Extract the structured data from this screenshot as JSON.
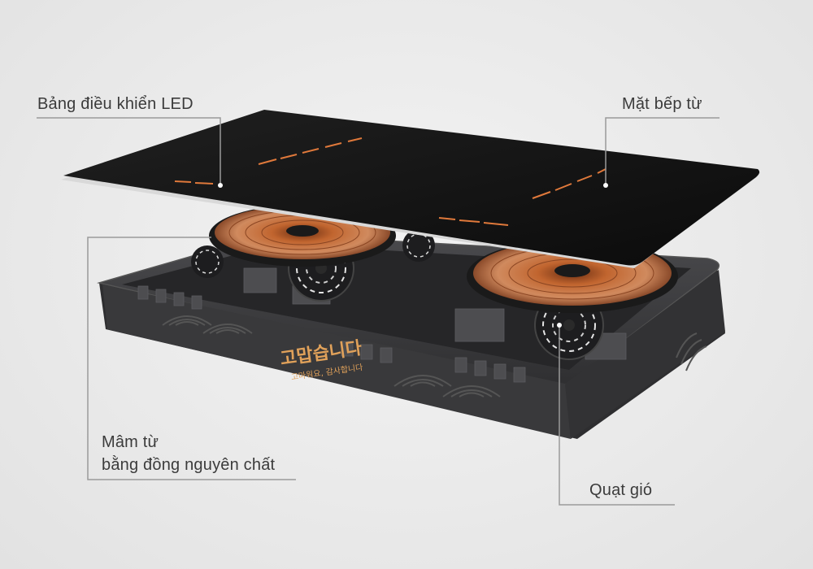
{
  "labels": {
    "control_panel": "Bảng điều khiển LED",
    "glass_top": "Mặt bếp từ",
    "coil_line1": "Mâm từ",
    "coil_line2": "bằng đồng nguyên chất",
    "fan": "Quạt gió"
  },
  "brand_logo": {
    "title": "고맙습니다",
    "subtitle": "고마워요, 감사합니다"
  },
  "colors": {
    "background": "#ececec",
    "glass": "#121212",
    "housing": "#3d3d3f",
    "copper": "#b8663a",
    "indicator": "#e0793b",
    "leader_line": "#9a9a9a",
    "label_text": "#3b3b3b"
  }
}
